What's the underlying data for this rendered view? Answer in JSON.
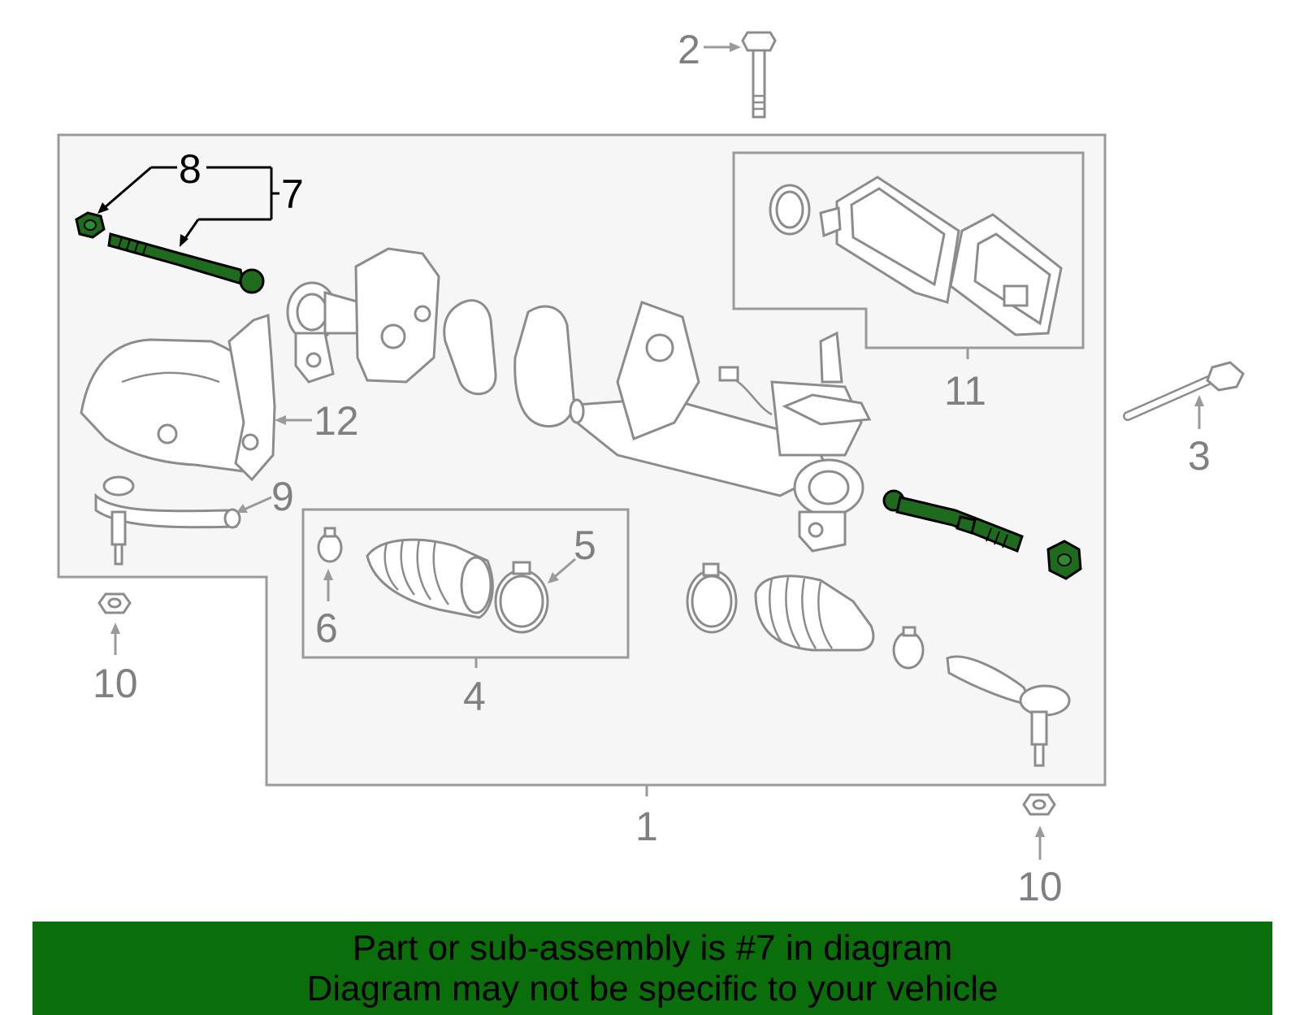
{
  "callouts": {
    "c1": "1",
    "c2": "2",
    "c3": "3",
    "c4": "4",
    "c5": "5",
    "c6": "6",
    "c7": "7",
    "c8": "8",
    "c9": "9",
    "c10_left": "10",
    "c10_right": "10",
    "c11": "11",
    "c12": "12"
  },
  "highlighted_callouts": [
    "7",
    "8"
  ],
  "banner": {
    "line1": "Part or sub-assembly is #7 in diagram",
    "line2": "Diagram may not be specific to your vehicle"
  },
  "colors": {
    "highlight_part": "#1e6b1e",
    "banner_bg": "#0a6e0a",
    "callout_gray": "#808080",
    "panel_bg": "#f6f6f6"
  }
}
